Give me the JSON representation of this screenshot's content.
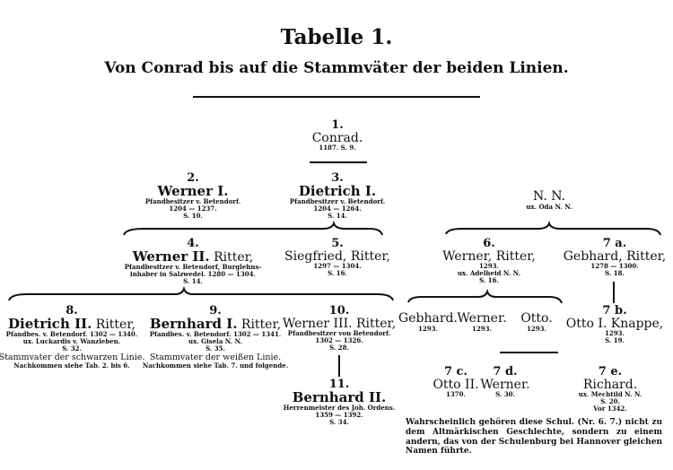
{
  "title": "Tabelle 1.",
  "subtitle": "Von Conrad bis auf die Stammväter der beiden Linien.",
  "persons": {
    "p1": {
      "num": "1.",
      "name": "Conrad.",
      "info": "1187. S. 9."
    },
    "p2": {
      "num": "2.",
      "name": "Werner I.",
      "info1": "Pfandbesitzer v. Betendorf.",
      "info2": "1204 — 1237.",
      "info3": "S. 10."
    },
    "p3": {
      "num": "3.",
      "name": "Dietrich I.",
      "info1": "Pfandbesitzer v. Betendorf.",
      "info2": "1204 — 1264.",
      "info3": "S. 14."
    },
    "p4": {
      "num": "4.",
      "name": "Werner II.",
      "title": "Ritter,",
      "info1": "Pfandbesitzer v. Betendorf, Burglehns-",
      "info2": "inhaber in Salzwedel. 1280 — 1304.",
      "info3": "S. 14."
    },
    "p5": {
      "num": "5.",
      "name": "Siegfried, Ritter,",
      "info1": "1297 — 1304.",
      "info2": "S. 16."
    },
    "p8": {
      "num": "8.",
      "name": "Dietrich II.",
      "title": "Ritter,",
      "info1": "Pfandbes. v. Betendorf. 1302 — 1340.",
      "info2": "ux. Luckardis v. Wanzleben.",
      "info3": "S. 32.",
      "line": "Stammvater der schwarzen Linie.",
      "note": "Nachkommen siehe Tab. 2. bis 6."
    },
    "p9": {
      "num": "9.",
      "name": "Bernhard I.",
      "title": "Ritter,",
      "info1": "Pfandbes. v. Betendorf. 1302 — 1341.",
      "info2": "ux. Gisela N. N.",
      "info3": "S. 35.",
      "line": "Stammvater der weißen Linie.",
      "note": "Nachkommen siehe Tab. 7. und folgende."
    },
    "p10": {
      "num": "10.",
      "name": "Werner III. Ritter,",
      "info1": "Pfandbesitzer von Betendorf.",
      "info2": "1302 — 1326.",
      "info3": "S. 28."
    },
    "p11": {
      "num": "11.",
      "name": "Bernhard II.",
      "info1": "Herrenmeister des Joh. Ordens.",
      "info2": "1359 — 1392.",
      "info3": "S. 34."
    },
    "nn": {
      "name": "N. N.",
      "info": "ux. Oda N. N."
    },
    "p6": {
      "num": "6.",
      "name": "Werner, Ritter,",
      "info1": "1293.",
      "info2": "ux. Adelheid N. N.",
      "info3": "S. 16."
    },
    "p7a": {
      "num": "7 a.",
      "name": "Gebhard, Ritter,",
      "info1": "1278 — 1300.",
      "info2": "S. 18."
    },
    "c1": {
      "name": "Gebhard.",
      "info": "1293."
    },
    "c2": {
      "name": "Werner.",
      "info": "1293."
    },
    "c3": {
      "name": "Otto.",
      "info": "1293."
    },
    "p7b": {
      "num": "7 b.",
      "name": "Otto I. Knappe,",
      "info1": "1293.",
      "info2": "S. 19."
    },
    "p7c": {
      "num": "7 c.",
      "name": "Otto II.",
      "info": "1370."
    },
    "p7d": {
      "num": "7 d.",
      "name": "Werner.",
      "info": "S. 30."
    },
    "p7e": {
      "num": "7 e.",
      "name": "Richard.",
      "info1": "ux. Mechtild N. N.",
      "info2": "S. 20.",
      "info3": "Vor 1342."
    }
  },
  "footnote": "Wahrscheinlich gehören diese Schul. (Nr. 6. 7.) nicht zu dem Altmärkischen Geschlechte, sondern zu einem andern, das von der Schulenburg bei Hannover gleichen Namen führte."
}
